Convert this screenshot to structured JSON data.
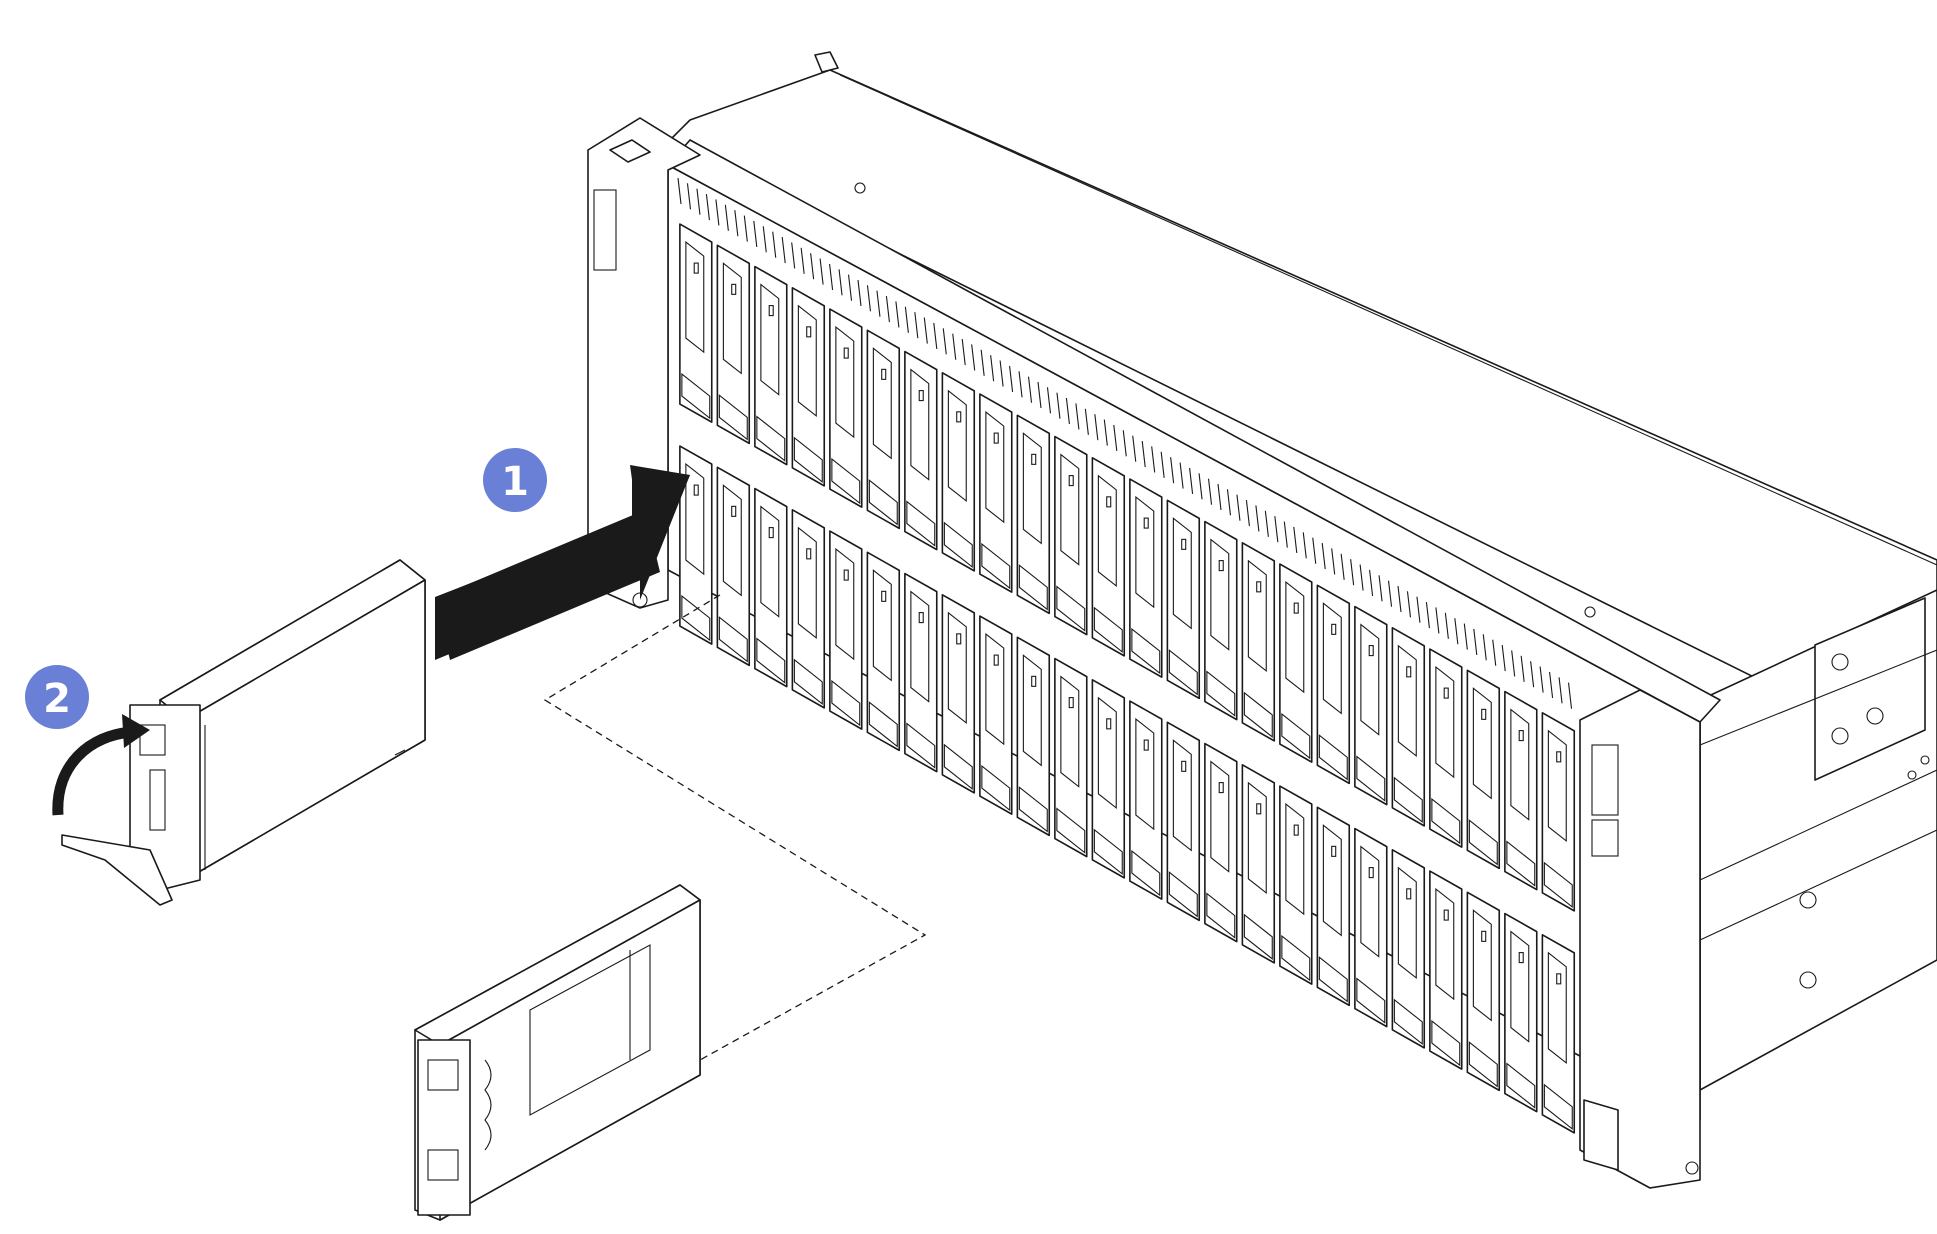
{
  "figure": {
    "background": "#ffffff",
    "line_color": "#1a1a1a",
    "callout_color": "#6a7fd6",
    "arrow_color": "#1a1a1a"
  },
  "callouts": [
    {
      "label": "1",
      "meaning": "insert-drive-into-bay"
    },
    {
      "label": "2",
      "meaning": "close-drive-handle"
    }
  ],
  "server": {
    "drive_rows": 2,
    "bays_per_row": 24
  },
  "icons": [
    "insert-direction-arrow",
    "rotate-handle-arrow",
    "hot-swap-drive",
    "drive-filler",
    "server-chassis"
  ]
}
